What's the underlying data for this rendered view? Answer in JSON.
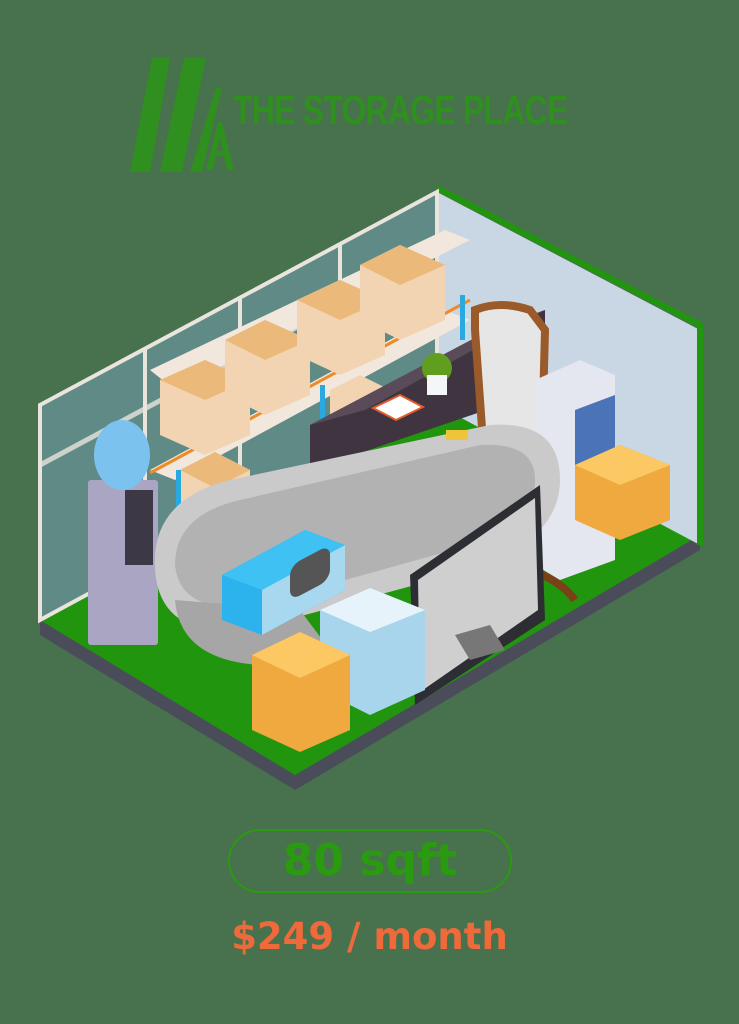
{
  "brand": {
    "name": "THE STORAGE PLACE",
    "logo_color": "#2f8f1f",
    "background_color": "#48714d"
  },
  "illustration": {
    "subject": "isometric-storage-unit",
    "items": [
      "shelving-with-boxes",
      "water-cooler",
      "bathtub",
      "microwave",
      "storage-boxes",
      "desk",
      "potted-plant",
      "standing-mirror",
      "copier-printer",
      "computer-monitor"
    ],
    "floor_color": "#22950e",
    "wall_color": "#c9d6e4"
  },
  "unit": {
    "size_label": "80 sqft",
    "price_label": "$249 / month",
    "size_color": "#2a9a10",
    "price_color": "#ef6a3a"
  }
}
